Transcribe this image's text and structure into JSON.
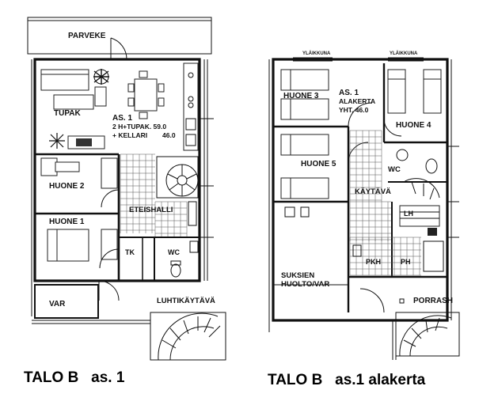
{
  "plans": [
    {
      "caption": "TALO B   as. 1",
      "rooms": {
        "balcony": "PARVEKE",
        "living": "TUPAK",
        "info_line1": "AS. 1",
        "info_line2": "2 H+TUPAK. 59.0",
        "info_line3": "+ KELLARI        46.0",
        "bedroom2": "HUONE 2",
        "bedroom1": "HUONE 1",
        "hall": "ETEISHALLI",
        "closet": "TK",
        "toilet": "WC",
        "storage": "VAR",
        "gallery": "LUHTIKÄYTÄVÄ"
      }
    },
    {
      "caption": "TALO B   as.1 alakerta",
      "rooms": {
        "window_left": "YLÄIKKUNA",
        "window_right": "YLÄIKKUNA",
        "room3": "HUONE 3",
        "info_line1": "AS. 1",
        "info_line2": "ALAKERTA",
        "info_line3": "YHT. 46.0",
        "room4": "HUONE 4",
        "room5": "HUONE 5",
        "toilet": "WC",
        "corridor": "KÄYTÄVÄ",
        "sauna": "LH",
        "dressing": "PKH",
        "bath": "PH",
        "ski_line1": "SUKSIEN",
        "ski_line2": "HUOLTO/VAR",
        "porch": "PORRASH"
      }
    }
  ]
}
